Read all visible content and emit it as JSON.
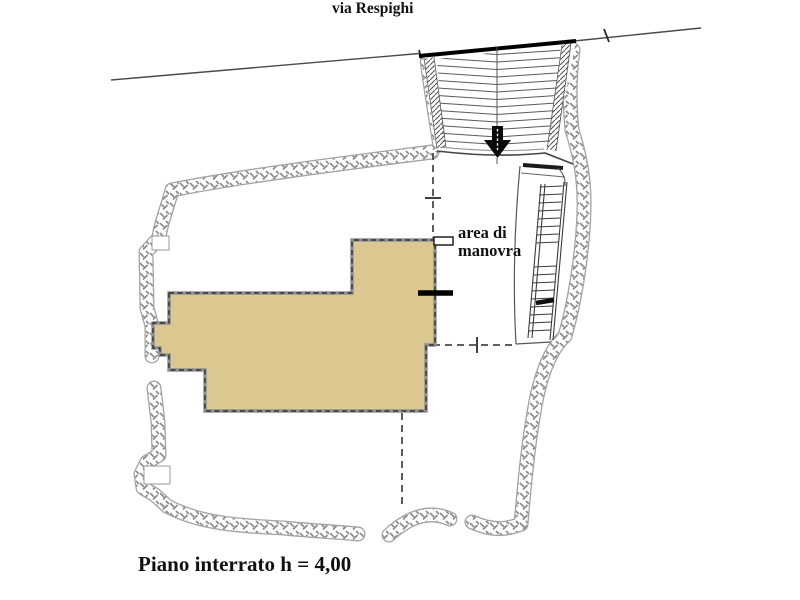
{
  "labels": {
    "street_name": "via Respighi",
    "maneuver_area_line1": "area di",
    "maneuver_area_line2": "manovra",
    "caption": "Piano interrato h = 4,00"
  },
  "colors": {
    "background": "#ffffff",
    "building_fill": "#dbc890",
    "hatch_gray": "#8e8e8e",
    "ink": "#111111"
  }
}
